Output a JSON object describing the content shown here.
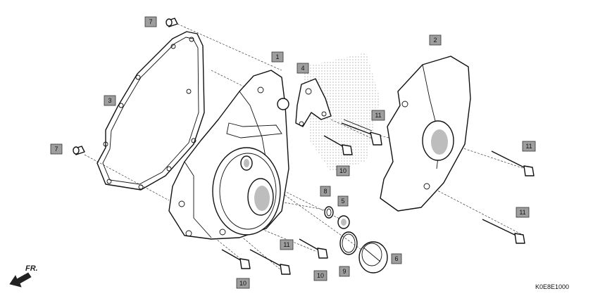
{
  "diagram_code": "K0E8E1000",
  "front_label": "FR.",
  "callouts": [
    {
      "id": "c7a",
      "text": "7"
    },
    {
      "id": "c7b",
      "text": "7"
    },
    {
      "id": "c3",
      "text": "3"
    },
    {
      "id": "c1",
      "text": "1"
    },
    {
      "id": "c4",
      "text": "4"
    },
    {
      "id": "c2",
      "text": "2"
    },
    {
      "id": "c11a",
      "text": "11"
    },
    {
      "id": "c11b",
      "text": "11"
    },
    {
      "id": "c11c",
      "text": "11"
    },
    {
      "id": "c11d",
      "text": "11"
    },
    {
      "id": "c10a",
      "text": "10"
    },
    {
      "id": "c10b",
      "text": "10"
    },
    {
      "id": "c10c",
      "text": "10"
    },
    {
      "id": "c8",
      "text": "8"
    },
    {
      "id": "c5",
      "text": "5"
    },
    {
      "id": "c6",
      "text": "6"
    },
    {
      "id": "c9",
      "text": "9"
    }
  ]
}
